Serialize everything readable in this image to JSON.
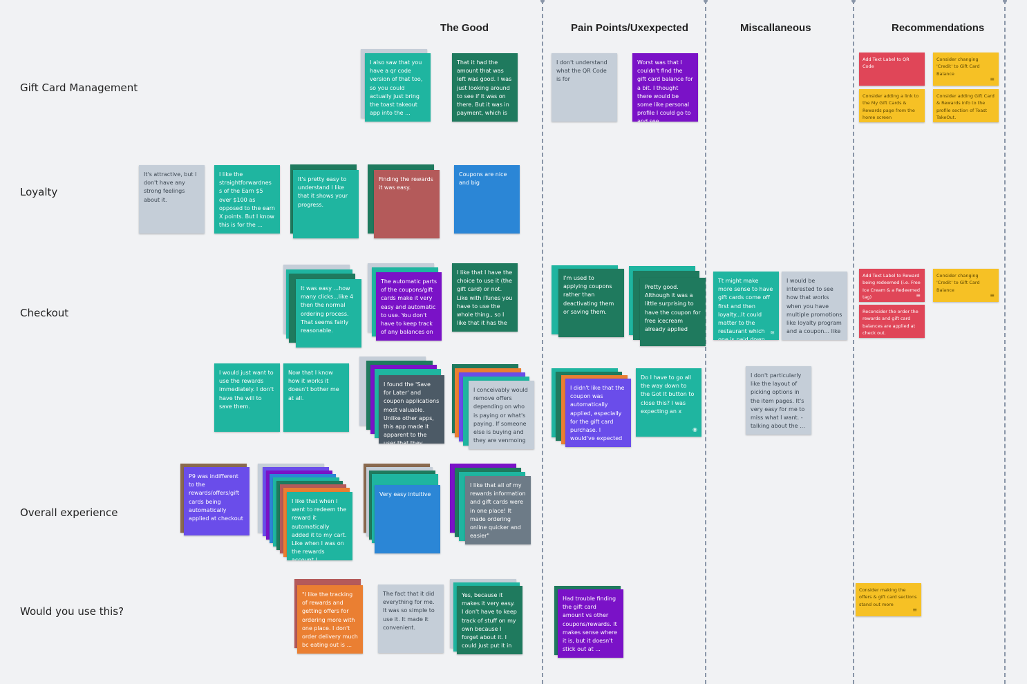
{
  "columns": {
    "good": "The Good",
    "pain": "Pain Points/Uxexpected",
    "misc": "Miscallaneous",
    "rec": "Recommendations"
  },
  "rows": {
    "gift": "Gift Card Management",
    "loyalty": "Loyalty",
    "checkout": "Checkout",
    "overall": "Overall experience",
    "would_use": "Would you use this?"
  },
  "colors": {
    "teal": "#1fb5a0",
    "dark_teal": "#1f7a5e",
    "grey": "#c5ced8",
    "slate": "#6d7b87",
    "purple": "#7a12c7",
    "blue_purple": "#6a4dea",
    "rose": "#b45a5a",
    "blue": "#2b86d6",
    "orange": "#ea7f32",
    "red": "#e04658",
    "yellow": "#f6c125",
    "brown": "#8a6a4f"
  },
  "notes": {
    "g1": "I also saw that you have a qr code version of that too, so you could actually just bring the toast takeout app into the ...",
    "g2": "That it had the amount that was left was good. I was just looking around to see if it was on there. But it was in payment, which is ...",
    "g3": "I don't understand what the QR Code is for",
    "g4": "Worst was that I couldn't find the gift card balance for a bit. I thought there would be some like personal profile I could go to and see ...",
    "g5": "Add Text Label to QR Code",
    "g6": "Consider changing 'Credit' to Gift Card Balance",
    "g7": "Consider adding a link to the My Gift Cards & Rewards page from the home screen",
    "g8": "Consider adding Gift Card & Rewards info to the profile section of Toast TakeOut.",
    "l1": "It's attractive, but I don't have any strong feelings about it.",
    "l2": "I like the straightforwardnes s of the Earn $5 over $100 as opposed to the earn X points. But I know this is for the ...",
    "l3": "It's pretty easy to understand I like that it shows your progress.",
    "l4": "Finding the rewards it was easy.",
    "l5": "Coupons are nice and big",
    "c1": "It was easy ...how many clicks...like 4 then the normal ordering process. That seems fairly reasonable.",
    "c2": "The automatic parts of the coupons/gift cards make it very easy and automatic to use. You don't have to keep track of any balances on ...",
    "c3": "I like that I have the choice to use it (the gift card) or not. Like with iTunes you have to use the whole thing., so I like that it has the ...",
    "c4": "I'm used to applying coupons rather than deactivating them or saving them.",
    "c5": "Pretty good. Although it was a little surprising to have the coupon for free icecream already applied",
    "c6": "Tt might make more sense to have gift cards come off first and then loyalty...It could matter to the restaurant which one is paid down",
    "c7": "I would be interested to see how that works when you have multiple promotions like loyalty program and a coupon... like ...",
    "c8": "Add Text Label to Reward being redeemed (i.e. Free Ice Cream & a Redeemed tag)",
    "c9": "Consider changing 'Credit' to Gift Card Balance",
    "c10": "Reconsider the order the rewards and gift card balances are applied at check out.",
    "c11": "I would just want to use the rewards immediately. I don't have the will to save them.",
    "c12": "Now that I know how it works it doesn't bother me at all.",
    "c13": "I found the 'Save for Later' and coupon applications most valuable. Unlike other apps, this app made it apparent to the user that they ...",
    "c14": "I conceivably would remove offers depending on who is paying or what's paying. If someone else is buying and they are venmoing ...",
    "c15": "I didn't like that the coupon was automatically applied, especially for the gift card purchase. I would've expected ...",
    "c16": "Do I have to go all the way down to the Got It button to close this? I was expecting an x",
    "c17": "I don't particularly like the layout of picking options in the item pages. It's very easy for me to miss what I want. - talking about the ...",
    "o1": "P9 was indifferent to the rewards/offers/gift cards being automatically applied at checkout",
    "o2": "I like that when I went to redeem the reward it automatically added it to my cart. Like when I was on the rewards account I ...",
    "o3": "Very easy intuitive",
    "o4": "I like that all of my rewards information and gift cards were in one place! It made ordering online quicker and easier\"",
    "w1": "\"I like the tracking of rewards and getting offers for ordering more with one place. I don't order delivery much bc eating out is ...",
    "w2": "The fact that it did everything for me. It was so simple to use it. It made it convenient.",
    "w3": "Yes, because it makes it very easy. I don't have to keep track of stuff on my own because I forget about it. I could just put it in ...",
    "w4": "Had trouble finding the gift card amount vs other coupons/rewards. It makes sense where it is, but it doesn't stick out at ...",
    "w5": "Consider making the offers & gift card sections stand out more"
  }
}
